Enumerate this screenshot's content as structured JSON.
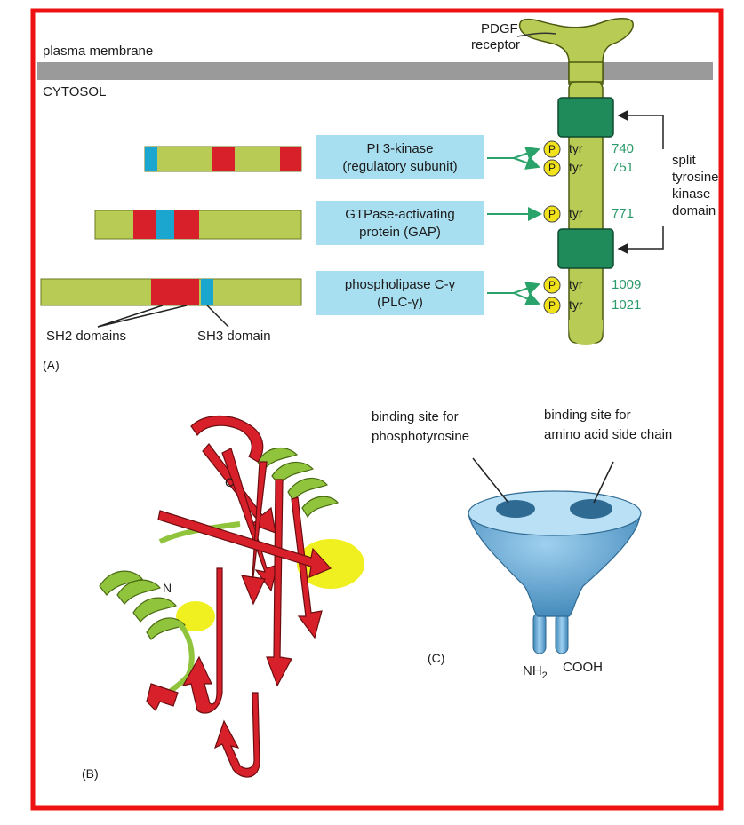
{
  "colors": {
    "frame": "#ee1111",
    "membrane": "#9a9a9a",
    "receptor": "#b8cc55",
    "kinase": "#1f8a5a",
    "domain_bar": "#b8cc55",
    "sh2": "#d8202a",
    "sh3": "#1aa6cf",
    "box": "#a8dff0",
    "phospho": "#f2e21a",
    "arrow": "#2aa36a",
    "sheet": "#d8202a",
    "helix": "#8fc43c",
    "pocket": "#f0f020",
    "sh2_model": "#5fa9d6"
  },
  "panel_a": {
    "receptor_label_1": "PDGF",
    "receptor_label_2": "receptor",
    "membrane_label": "plasma membrane",
    "cytosol_label": "CYTOSOL",
    "proteins": [
      {
        "line1": "PI 3-kinase",
        "line2": "(regulatory subunit)"
      },
      {
        "line1": "GTPase-activating",
        "line2": "protein (GAP)"
      },
      {
        "line1": "phospholipase C-γ",
        "line2": "(PLC-γ)"
      }
    ],
    "phospho_symbol": "P",
    "residue": "tyr",
    "sites": [
      "740",
      "751",
      "771",
      "1009",
      "1021"
    ],
    "kinase_label": [
      "split",
      "tyrosine",
      "kinase",
      "domain"
    ],
    "sh2_label": "SH2 domains",
    "sh3_label": "SH3 domain",
    "panel_label": "(A)"
  },
  "panel_b": {
    "c_term": "C",
    "n_term": "N",
    "panel_label": "(B)"
  },
  "panel_c": {
    "site1_line1": "binding site for",
    "site1_line2": "phosphotyrosine",
    "site2_line1": "binding site for",
    "site2_line2": "amino acid side chain",
    "nh2": "NH",
    "nh2_sub": "2",
    "cooh": "COOH",
    "panel_label": "(C)"
  }
}
